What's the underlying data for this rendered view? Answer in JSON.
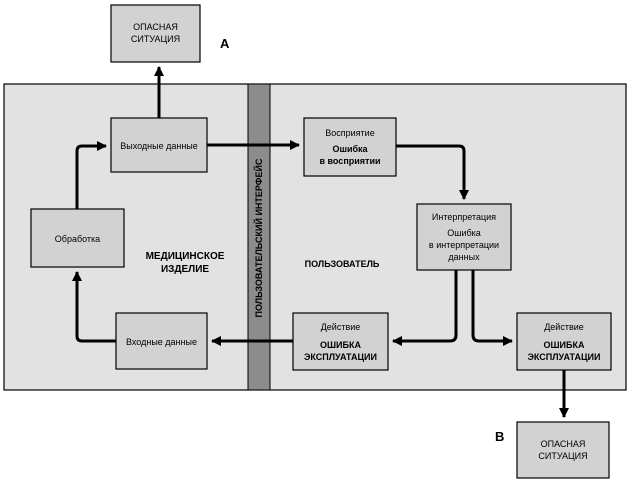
{
  "hazard_top": {
    "line1": "ОПАСНАЯ",
    "line2": "СИТУАЦИЯ",
    "marker": "A"
  },
  "hazard_bottom": {
    "line1": "ОПАСНАЯ",
    "line2": "СИТУАЦИЯ",
    "marker": "B"
  },
  "device": {
    "label_line1": "МЕДИЦИНСКОЕ",
    "label_line2": "ИЗДЕЛИЕ",
    "output": "Выходные данные",
    "processing": "Обработка",
    "input": "Входные данные"
  },
  "interface": {
    "label": "ПОЛЬЗОВАТЕЛЬСКИЙ ИНТЕРФЕЙС"
  },
  "user": {
    "label": "ПОЛЬЗОВАТЕЛЬ",
    "perception": {
      "title": "Восприятие",
      "error_line1": "Ошибка",
      "error_line2": "в восприятии"
    },
    "interpretation": {
      "title": "Интерпретация",
      "line1": "Ошибка",
      "line2": "в интерпретации",
      "line3": "данных"
    },
    "action_left": {
      "title": "Действие",
      "error_line1": "ОШИБКА",
      "error_line2": "ЭКСПЛУАТАЦИИ"
    },
    "action_right": {
      "title": "Действие",
      "error_line1": "ОШИБКА",
      "error_line2": "ЭКСПЛУАТАЦИИ"
    }
  },
  "colors": {
    "panel": "#e2e2e2",
    "box": "#d2d2d2",
    "interface_strip": "#8c8c8c"
  }
}
